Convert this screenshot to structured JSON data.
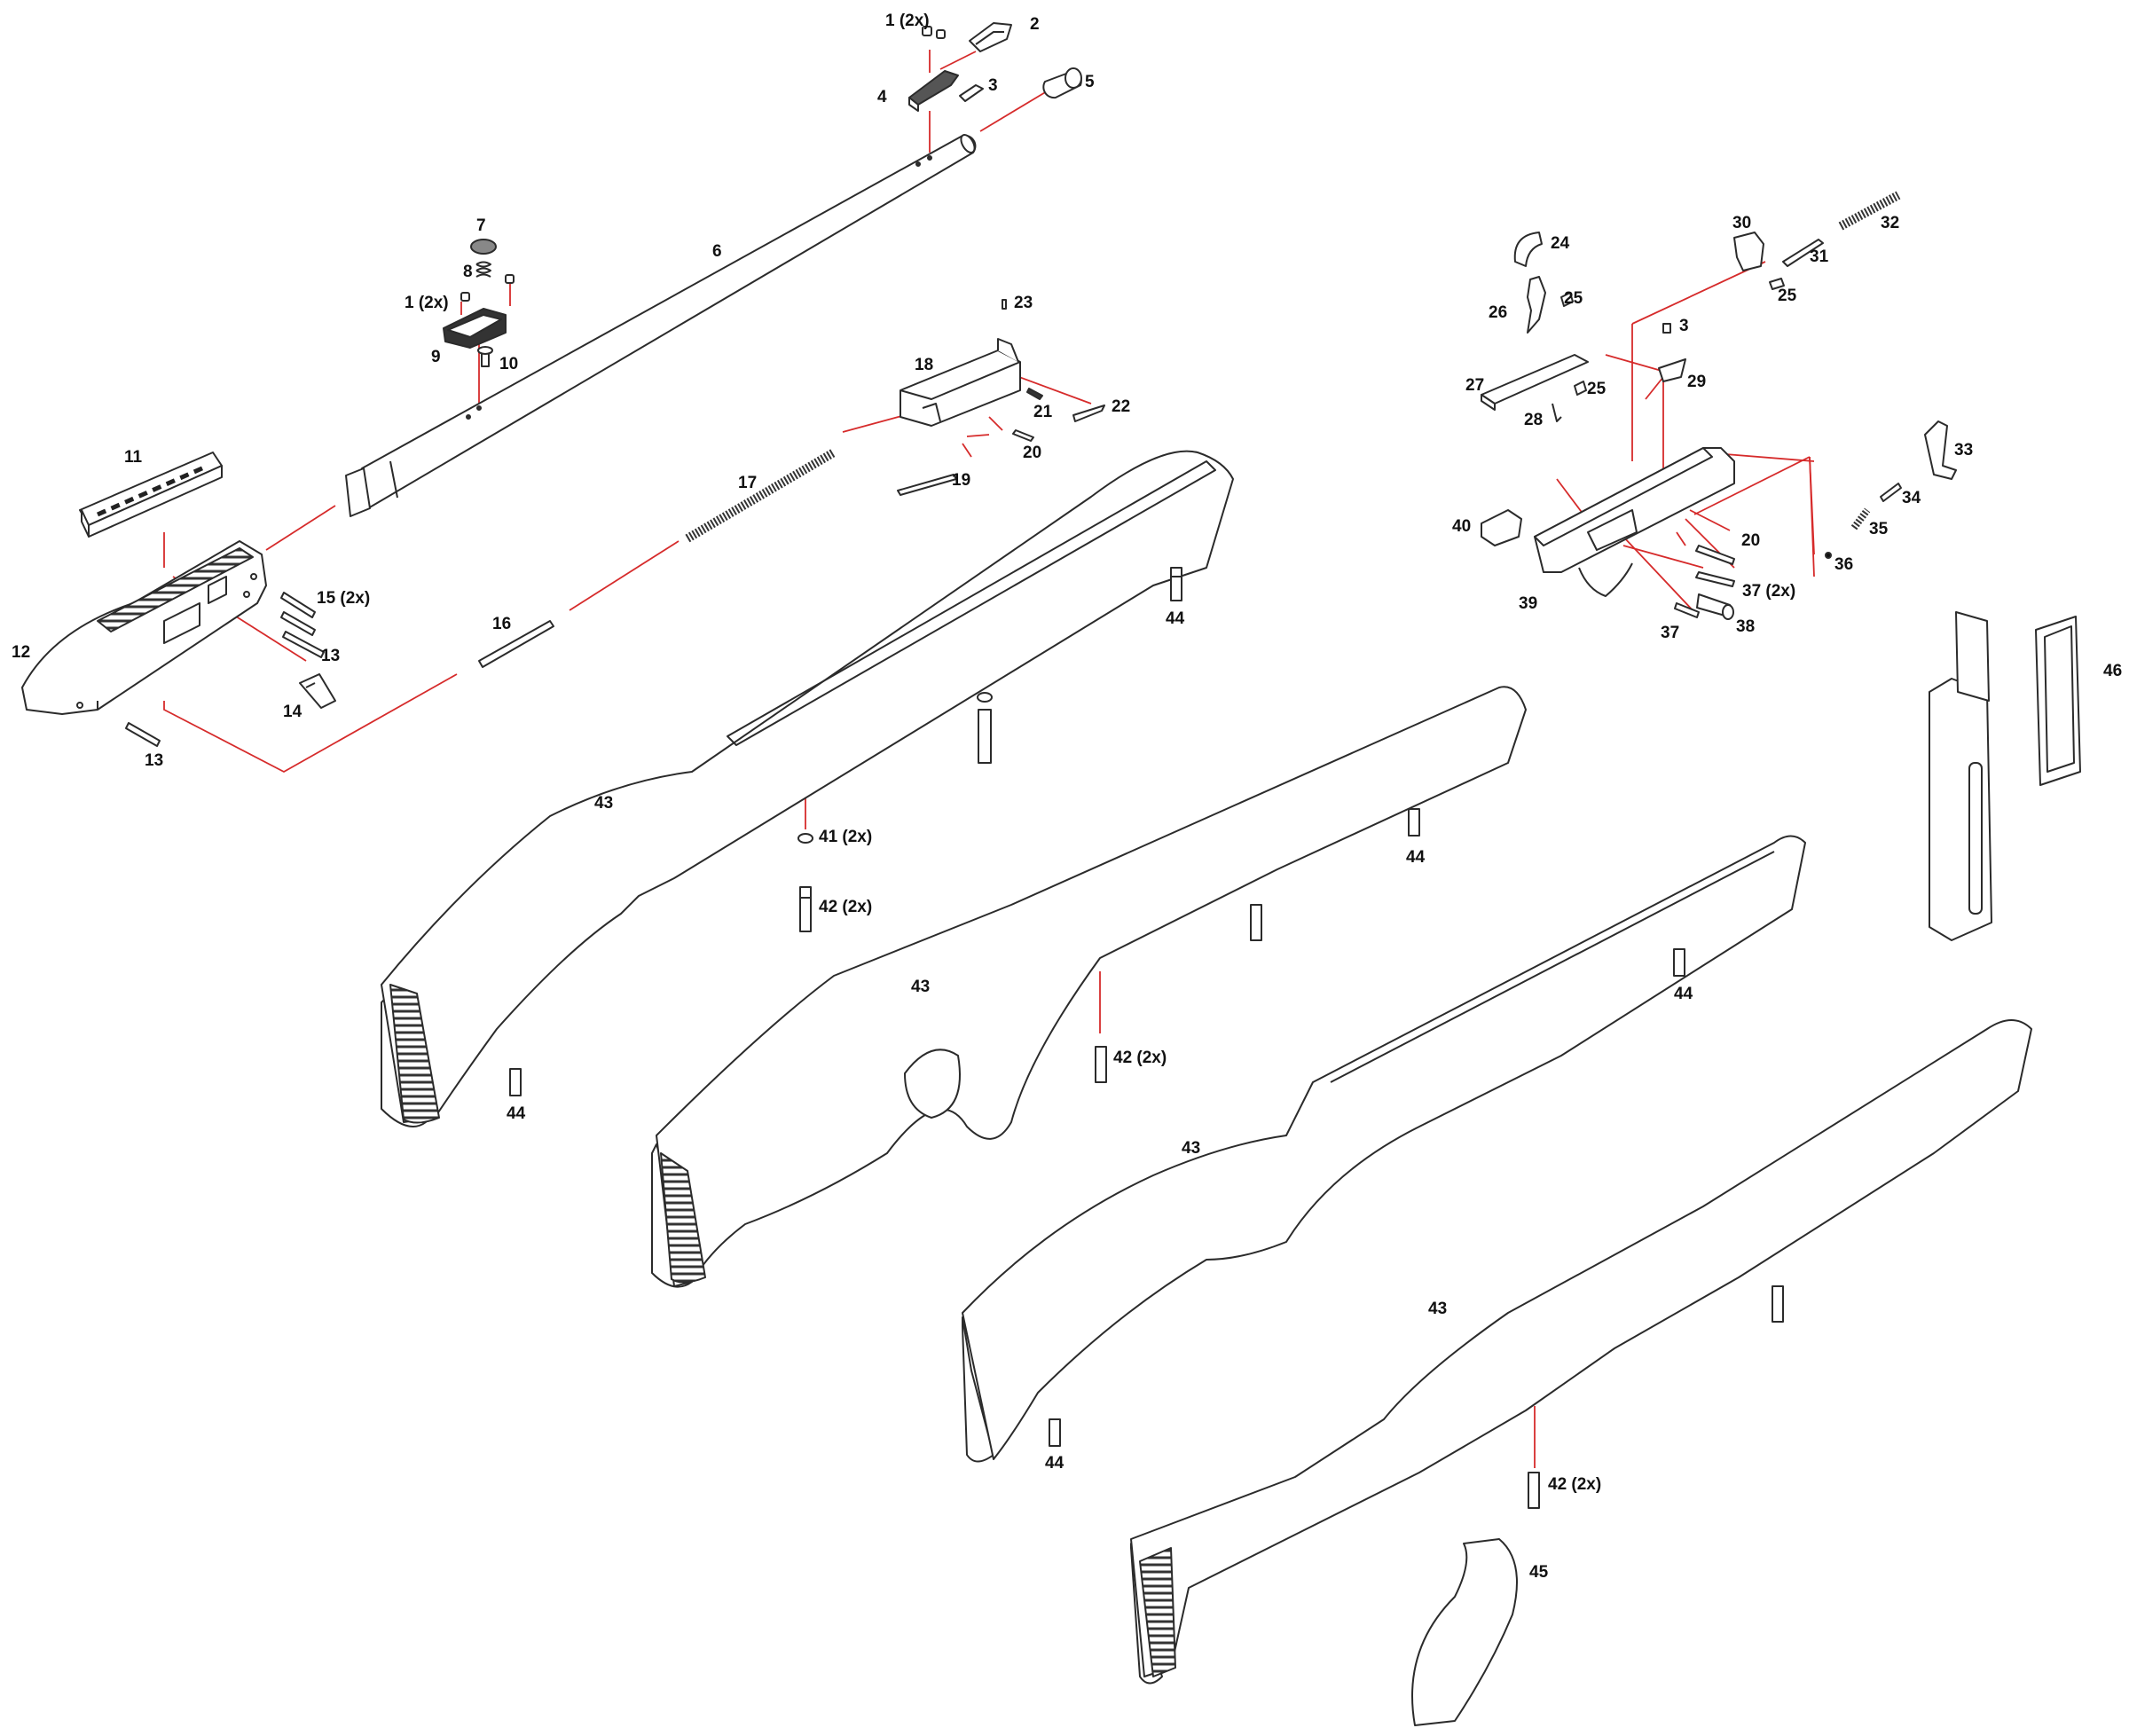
{
  "colors": {
    "line": "#2b2b2b",
    "leader": "#d62b2b",
    "fill": "#ffffff",
    "dark": "#3a3a3a"
  },
  "parts": [
    {
      "id": "p1a",
      "text": "1 (2x)"
    },
    {
      "id": "p2",
      "text": "2"
    },
    {
      "id": "p3a",
      "text": "3"
    },
    {
      "id": "p4",
      "text": "4"
    },
    {
      "id": "p5",
      "text": "5"
    },
    {
      "id": "p6",
      "text": "6"
    },
    {
      "id": "p7",
      "text": "7"
    },
    {
      "id": "p8",
      "text": "8"
    },
    {
      "id": "p1b",
      "text": "1 (2x)"
    },
    {
      "id": "p9",
      "text": "9"
    },
    {
      "id": "p10",
      "text": "10"
    },
    {
      "id": "p11",
      "text": "11"
    },
    {
      "id": "p12",
      "text": "12"
    },
    {
      "id": "p13a",
      "text": "13"
    },
    {
      "id": "p13b",
      "text": "13"
    },
    {
      "id": "p14",
      "text": "14"
    },
    {
      "id": "p15",
      "text": "15 (2x)"
    },
    {
      "id": "p16",
      "text": "16"
    },
    {
      "id": "p17",
      "text": "17"
    },
    {
      "id": "p18",
      "text": "18"
    },
    {
      "id": "p19",
      "text": "19"
    },
    {
      "id": "p20a",
      "text": "20"
    },
    {
      "id": "p21",
      "text": "21"
    },
    {
      "id": "p22",
      "text": "22"
    },
    {
      "id": "p23",
      "text": "23"
    },
    {
      "id": "p24",
      "text": "24"
    },
    {
      "id": "p25a",
      "text": "25"
    },
    {
      "id": "p26",
      "text": "26"
    },
    {
      "id": "p27",
      "text": "27"
    },
    {
      "id": "p25b",
      "text": "25"
    },
    {
      "id": "p28",
      "text": "28"
    },
    {
      "id": "p3b",
      "text": "3"
    },
    {
      "id": "p29",
      "text": "29"
    },
    {
      "id": "p30",
      "text": "30"
    },
    {
      "id": "p31",
      "text": "31"
    },
    {
      "id": "p25c",
      "text": "25"
    },
    {
      "id": "p32",
      "text": "32"
    },
    {
      "id": "p33",
      "text": "33"
    },
    {
      "id": "p34",
      "text": "34"
    },
    {
      "id": "p35",
      "text": "35"
    },
    {
      "id": "p36",
      "text": "36"
    },
    {
      "id": "p40",
      "text": "40"
    },
    {
      "id": "p39",
      "text": "39"
    },
    {
      "id": "p20b",
      "text": "20"
    },
    {
      "id": "p37a",
      "text": "37 (2x)"
    },
    {
      "id": "p37b",
      "text": "37"
    },
    {
      "id": "p38",
      "text": "38"
    },
    {
      "id": "p46",
      "text": "46"
    },
    {
      "id": "p44a",
      "text": "44"
    },
    {
      "id": "p41",
      "text": "41 (2x)"
    },
    {
      "id": "p42a",
      "text": "42 (2x)"
    },
    {
      "id": "p43a",
      "text": "43"
    },
    {
      "id": "p44b",
      "text": "44"
    },
    {
      "id": "p44c",
      "text": "44"
    },
    {
      "id": "p43b",
      "text": "43"
    },
    {
      "id": "p44d",
      "text": "44"
    },
    {
      "id": "p42b",
      "text": "42 (2x)"
    },
    {
      "id": "p43c",
      "text": "43"
    },
    {
      "id": "p44e",
      "text": "44"
    },
    {
      "id": "p43d",
      "text": "43"
    },
    {
      "id": "p42c",
      "text": "42 (2x)"
    },
    {
      "id": "p45",
      "text": "45"
    }
  ]
}
